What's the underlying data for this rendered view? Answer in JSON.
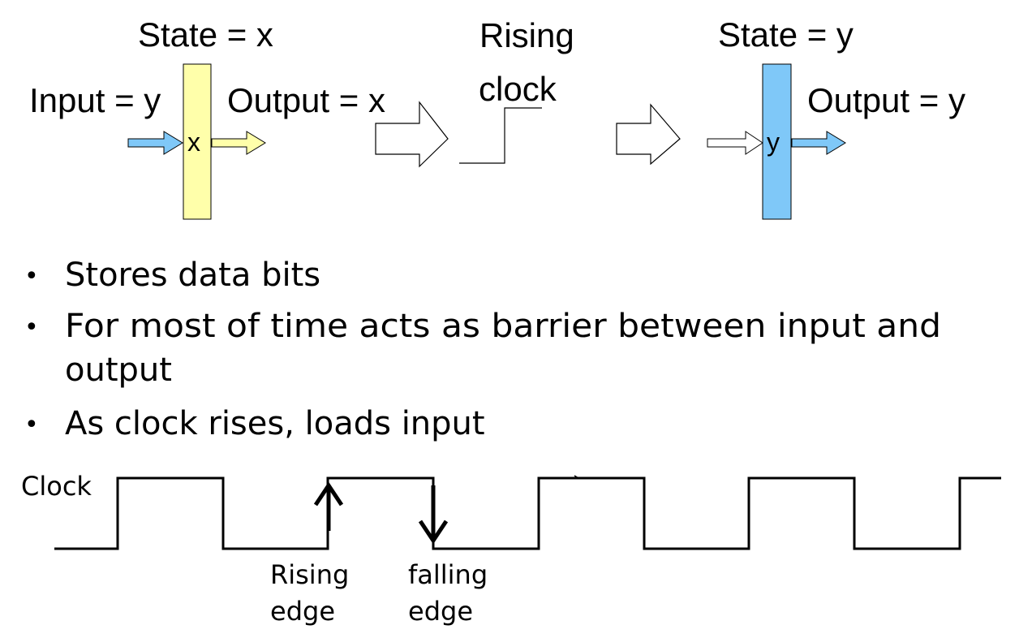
{
  "register_before": {
    "state_label": "State = x",
    "input_label": "Input = y",
    "output_label": "Output = x",
    "stored_value": "x"
  },
  "transition": {
    "label_line1": "Rising",
    "label_line2": "clock"
  },
  "register_after": {
    "state_label": "State = y",
    "output_label": "Output = y",
    "stored_value": "y"
  },
  "bullets": [
    {
      "line1": "Stores data bits",
      "line2": ""
    },
    {
      "line1": "For most of time acts as barrier between input and",
      "line2": "output"
    },
    {
      "line1": "As clock rises, loads input",
      "line2": ""
    }
  ],
  "clock": {
    "label": "Clock",
    "rising_edge_line1": "Rising",
    "rising_edge_line2": "edge",
    "falling_edge_line1": "falling",
    "falling_edge_line2": "edge"
  },
  "colors": {
    "register_before_fill": "#FFFFAA",
    "register_after_fill": "#7FC8F8",
    "input_arrow_fill": "#7FC8F8",
    "output_arrow_before_fill": "#FFFFAA",
    "output_arrow_after_fill": "#7FC8F8",
    "outline": "#000000"
  }
}
